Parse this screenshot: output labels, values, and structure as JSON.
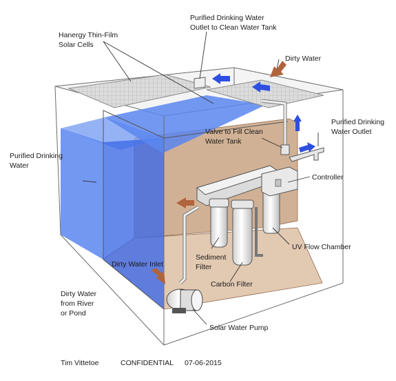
{
  "labels": {
    "solar_cells": [
      "Hanergy Thin-Film",
      "Solar Cells"
    ],
    "outlet_to_tank": [
      "Purified Drinking Water",
      "Outlet to Clean Water Tank"
    ],
    "dirty_water": "Dirty Water",
    "purified_outlet": [
      "Purified Drinking",
      "Water Outlet"
    ],
    "valve": [
      "Valve to Fill Clean",
      "Water Tank"
    ],
    "purified_water": [
      "Purified Drinking",
      "Water"
    ],
    "controller": "Controller",
    "uv_chamber": "UV Flow Chamber",
    "sediment_filter": [
      "Sediment",
      "Filter"
    ],
    "carbon_filter": "Carbon Filter",
    "dirty_inlet": "Dirty Water Inlet",
    "dirty_source": [
      "Dirty Water",
      "from River",
      "or Pond"
    ],
    "pump": "Solar Water Pump"
  },
  "footer": {
    "author": "Tim Vittetoe",
    "classification": "CONFIDENTIAL",
    "date": "07-06-2015"
  },
  "colors": {
    "clean_water": "#5b86f0",
    "dirty_water": "#c9a383",
    "arrow_blue": "#2f4fe0",
    "arrow_brown": "#b0643c",
    "line": "#4a4a4a"
  }
}
